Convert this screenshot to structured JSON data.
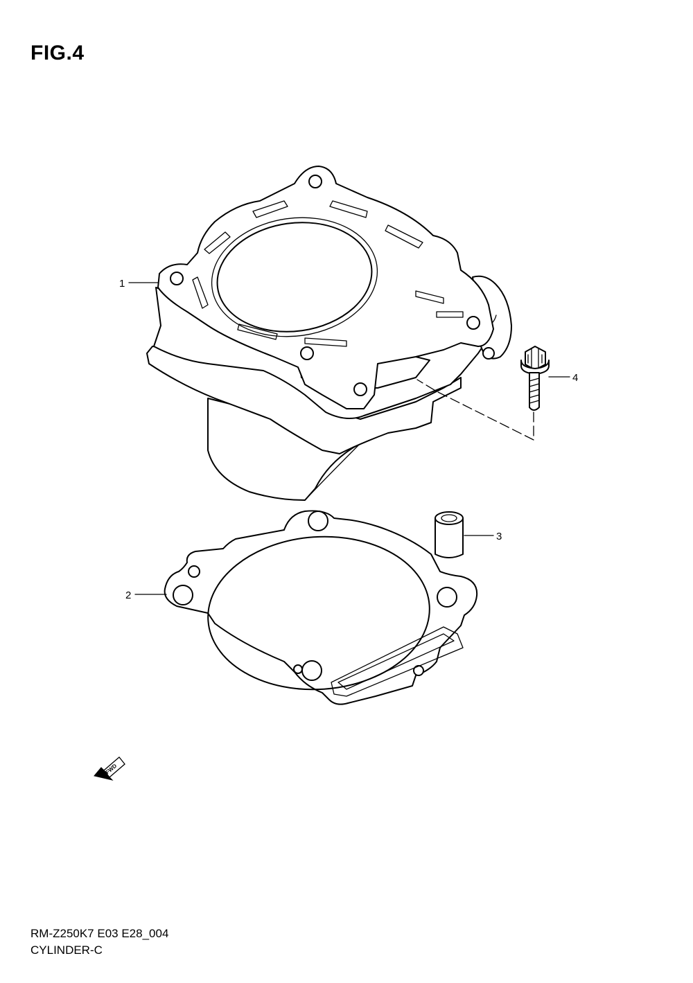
{
  "figure": {
    "title": "FIG.4"
  },
  "parts": [
    {
      "number": "1"
    },
    {
      "number": "2"
    },
    {
      "number": "3"
    },
    {
      "number": "4"
    }
  ],
  "fwd_symbol": {
    "text": "FWD"
  },
  "footer": {
    "code": "RM-Z250K7 E03 E28_004",
    "name": "CYLINDER-C"
  }
}
